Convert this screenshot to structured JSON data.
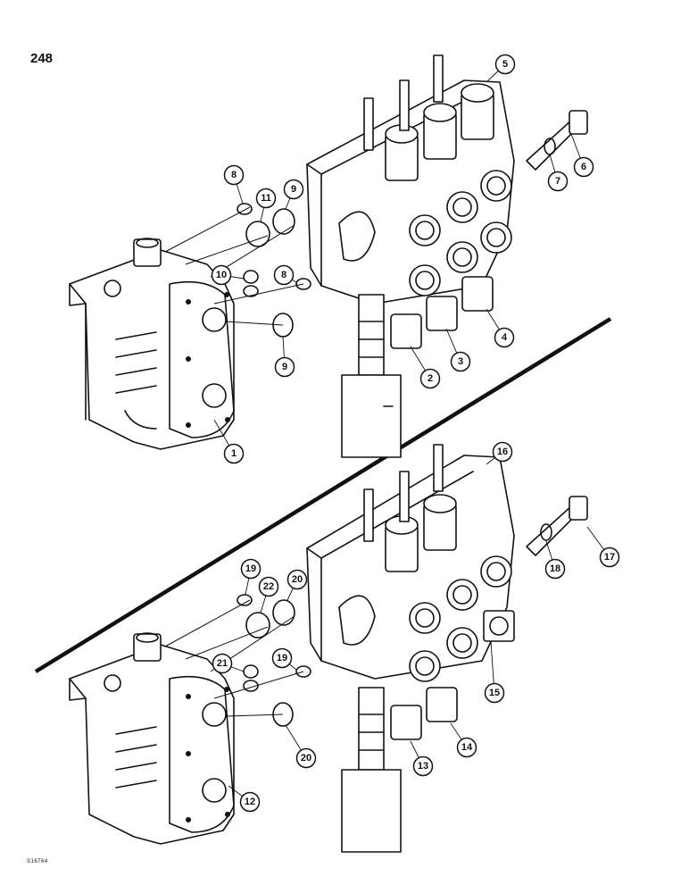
{
  "page": {
    "number": "248",
    "figure_code": "S16764"
  },
  "callouts": {
    "upper": [
      "1",
      "2",
      "3",
      "4",
      "5",
      "6",
      "7",
      "8",
      "9",
      "10",
      "11",
      "8",
      "9"
    ],
    "lower": [
      "12",
      "13",
      "14",
      "15",
      "16",
      "17",
      "18",
      "19",
      "20",
      "21",
      "22",
      "19",
      "20"
    ]
  }
}
